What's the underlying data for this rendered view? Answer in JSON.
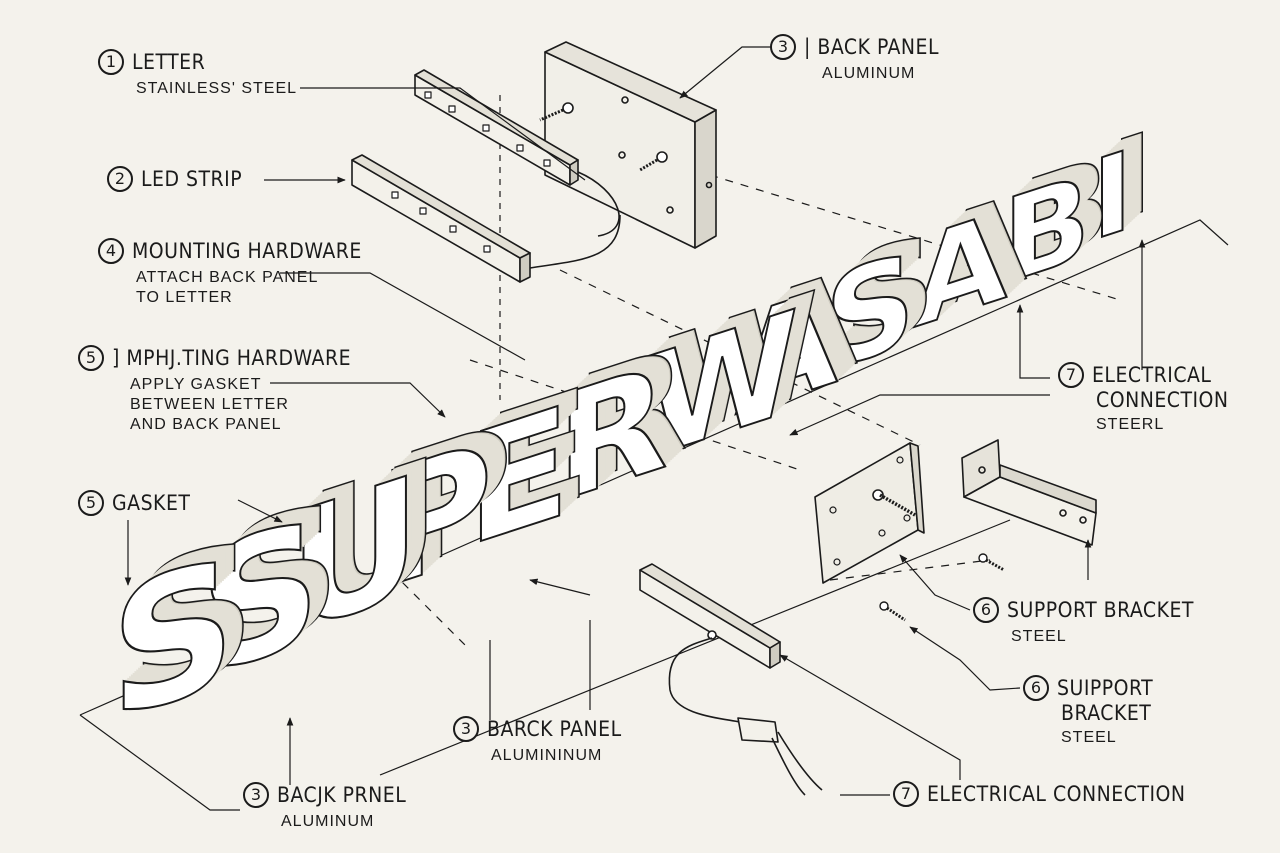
{
  "colors": {
    "background": "#f4f2ec",
    "ink": "#1b1b1b",
    "face": "#ffffff",
    "side": "#e3e0d6",
    "shade": "#cfccc1"
  },
  "sign_text": "SSUPERWASABI",
  "callouts": {
    "c1": {
      "num": "1",
      "title": "LETTER",
      "sub1": "STAINLESS' STEEL"
    },
    "c2": {
      "num": "2",
      "title": "LED STRIP"
    },
    "c3a": {
      "num": "3",
      "title": "| BACK PANEL",
      "sub1": "ALUMINUM"
    },
    "c4": {
      "num": "4",
      "title": "MOUNTING HARDWARE",
      "sub1": "ATTACH BACK PANEL",
      "sub2": "TO LETTER"
    },
    "c5a": {
      "num": "5",
      "title": "] MPHJ.TING HARDWARE",
      "sub1": "APPLY GASKET",
      "sub2": "BETWEEN LETTER",
      "sub3": "AND BACK PANEL"
    },
    "c5b": {
      "num": "5",
      "title": "GASKET"
    },
    "c7a": {
      "num": "7",
      "title": "ELECTRICAL",
      "title2": "CONNECTION",
      "sub1": "STEERL"
    },
    "c6a": {
      "num": "6",
      "title": "SUPPORT BRACKET",
      "sub1": "STEEL"
    },
    "c6b": {
      "num": "6",
      "title": "SUIPPORT",
      "title2": "BRACKET",
      "sub1": "STEEL"
    },
    "c3b": {
      "num": "3",
      "title": "BARCK PANEL",
      "sub1": "ALUMININUM"
    },
    "c3c": {
      "num": "3",
      "title": "BACJK PrNEL",
      "sub1": "ALUMINUM"
    },
    "c7b": {
      "num": "7",
      "title": "ELECTRICAL CONNECTION"
    }
  }
}
